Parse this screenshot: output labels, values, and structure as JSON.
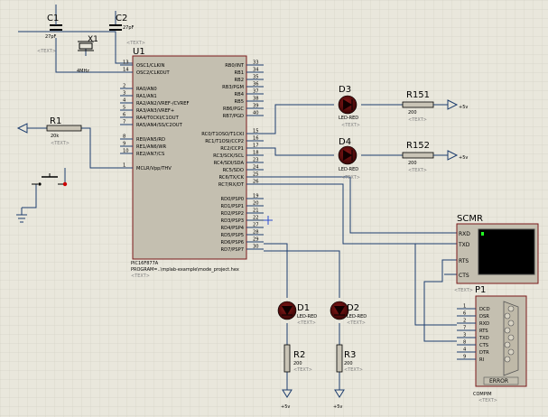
{
  "placeholder": "<TEXT>",
  "c1": {
    "ref": "C1",
    "value": "27pF"
  },
  "c2": {
    "ref": "C2",
    "value": "27pF"
  },
  "x1": {
    "ref": "X1",
    "value": "4MHz"
  },
  "r1": {
    "ref": "R1",
    "value": "20k"
  },
  "u1": {
    "ref": "U1",
    "part": "PIC16F877A",
    "program": "PROGRAM=..\\mplab-example\\mode_project.hex",
    "left_pins": [
      {
        "num": "13",
        "name": "OSC1/CLKIN"
      },
      {
        "num": "14",
        "name": "OSC2/CLKOUT"
      },
      {
        "num": "2",
        "name": "RA0/AN0"
      },
      {
        "num": "3",
        "name": "RA1/AN1"
      },
      {
        "num": "4",
        "name": "RA2/AN2/VREF-/CVREF"
      },
      {
        "num": "5",
        "name": "RA3/AN3/VREF+"
      },
      {
        "num": "6",
        "name": "RA4/T0CKI/C1OUT"
      },
      {
        "num": "7",
        "name": "RA5/AN4/SS/C2OUT"
      },
      {
        "num": "8",
        "name": "RE0/AN5/RD"
      },
      {
        "num": "9",
        "name": "RE1/AN6/WR"
      },
      {
        "num": "10",
        "name": "RE2/AN7/CS"
      },
      {
        "num": "1",
        "name": "MCLR/Vpp/THV"
      }
    ],
    "right_pins": [
      {
        "num": "33",
        "name": "RB0/INT"
      },
      {
        "num": "34",
        "name": "RB1"
      },
      {
        "num": "35",
        "name": "RB2"
      },
      {
        "num": "36",
        "name": "RB3/PGM"
      },
      {
        "num": "37",
        "name": "RB4"
      },
      {
        "num": "38",
        "name": "RB5"
      },
      {
        "num": "39",
        "name": "RB6/PGC"
      },
      {
        "num": "40",
        "name": "RB7/PGD"
      },
      {
        "num": "15",
        "name": "RC0/T1OSO/T1CKI"
      },
      {
        "num": "16",
        "name": "RC1/T1OSI/CCP2"
      },
      {
        "num": "17",
        "name": "RC2/CCP1"
      },
      {
        "num": "18",
        "name": "RC3/SCK/SCL"
      },
      {
        "num": "23",
        "name": "RC4/SDI/SDA"
      },
      {
        "num": "24",
        "name": "RC5/SDO"
      },
      {
        "num": "25",
        "name": "RC6/TX/CK"
      },
      {
        "num": "26",
        "name": "RC7/RX/DT"
      },
      {
        "num": "19",
        "name": "RD0/PSP0"
      },
      {
        "num": "20",
        "name": "RD1/PSP1"
      },
      {
        "num": "21",
        "name": "RD2/PSP2"
      },
      {
        "num": "22",
        "name": "RD3/PSP3"
      },
      {
        "num": "27",
        "name": "RD4/PSP4"
      },
      {
        "num": "28",
        "name": "RD5/PSP5"
      },
      {
        "num": "29",
        "name": "RD6/PSP6"
      },
      {
        "num": "30",
        "name": "RD7/PSP7"
      }
    ]
  },
  "d1": {
    "ref": "D1",
    "type": "LED-RED"
  },
  "d2": {
    "ref": "D2",
    "type": "LED-RED"
  },
  "d3": {
    "ref": "D3",
    "type": "LED-RED"
  },
  "d4": {
    "ref": "D4",
    "type": "LED-RED"
  },
  "r2": {
    "ref": "R2",
    "value": "200"
  },
  "r3": {
    "ref": "R3",
    "value": "200"
  },
  "r151": {
    "ref": "R151",
    "value": "200"
  },
  "r152": {
    "ref": "R152",
    "value": "200"
  },
  "supply": "+5v",
  "scmr": {
    "ref": "SCMR",
    "pins": [
      "RXD",
      "TXD",
      "RTS",
      "CTS"
    ]
  },
  "p1": {
    "ref": "P1",
    "name": "COMPIM",
    "error": "ERROR",
    "pins": [
      {
        "num": "1",
        "name": "DCD"
      },
      {
        "num": "6",
        "name": "DSR"
      },
      {
        "num": "2",
        "name": "RXD"
      },
      {
        "num": "7",
        "name": "RTS"
      },
      {
        "num": "3",
        "name": "TXD"
      },
      {
        "num": "8",
        "name": "CTS"
      },
      {
        "num": "4",
        "name": "DTR"
      },
      {
        "num": "9",
        "name": "RI"
      }
    ]
  },
  "colors": {
    "background": "#e9e7dc",
    "grid": "#d0cec3",
    "wire": "#17396b",
    "body": "#c4bfb0",
    "led": "#5a0a0a",
    "pin_text": "#000000",
    "placeholder": "#808080"
  }
}
